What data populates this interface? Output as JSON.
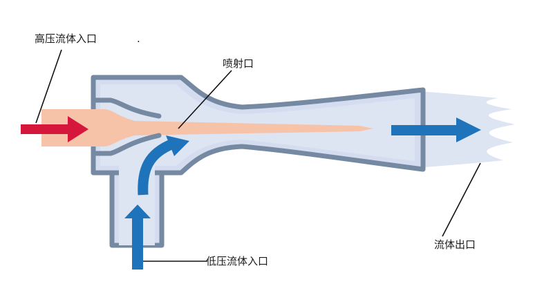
{
  "labels": {
    "high_pressure_inlet": "高压流体入口",
    "inlet_dot": ".",
    "nozzle": "喷射口",
    "low_pressure_inlet": "低压流体入口",
    "outlet": "流体出口"
  },
  "colors": {
    "housing_outline": "#7589a3",
    "housing_fill": "#d3ddef",
    "high_pressure_fluid": "#f6c2a8",
    "mixed_fluid": "#dde4f2",
    "high_pressure_arrow": "#d6173c",
    "flow_arrow": "#1f73bb",
    "leader_line": "#111111"
  }
}
